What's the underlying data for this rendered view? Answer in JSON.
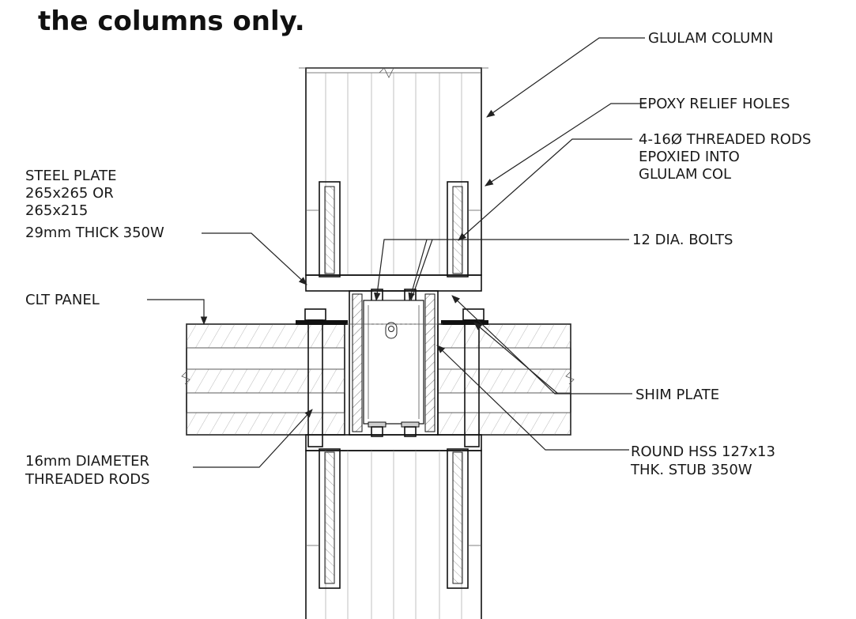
{
  "heading": "the columns only.",
  "labels": {
    "glulam_column": "GLULAM COLUMN",
    "epoxy_relief_holes": "EPOXY RELIEF HOLES",
    "threaded_rods_1": "4-16Ø THREADED RODS",
    "threaded_rods_2": "EPOXIED INTO",
    "threaded_rods_3": "GLULAM COL",
    "steel_plate_1": "STEEL PLATE",
    "steel_plate_2": "265x265 OR",
    "steel_plate_3": "265x215",
    "steel_plate_4": "29mm THICK 350W",
    "bolts": "12 DIA. BOLTS",
    "clt_panel": "CLT PANEL",
    "shim_plate": "SHIM PLATE",
    "rods16_1": "16mm DIAMETER",
    "rods16_2": "THREADED RODS",
    "hss_1": "ROUND HSS 127x13",
    "hss_2": "THK. STUB 350W"
  },
  "colors": {
    "line": "#222222",
    "hatch": "#777777",
    "plate_fill": "#d0d0d0",
    "text": "#1a1a1a"
  }
}
